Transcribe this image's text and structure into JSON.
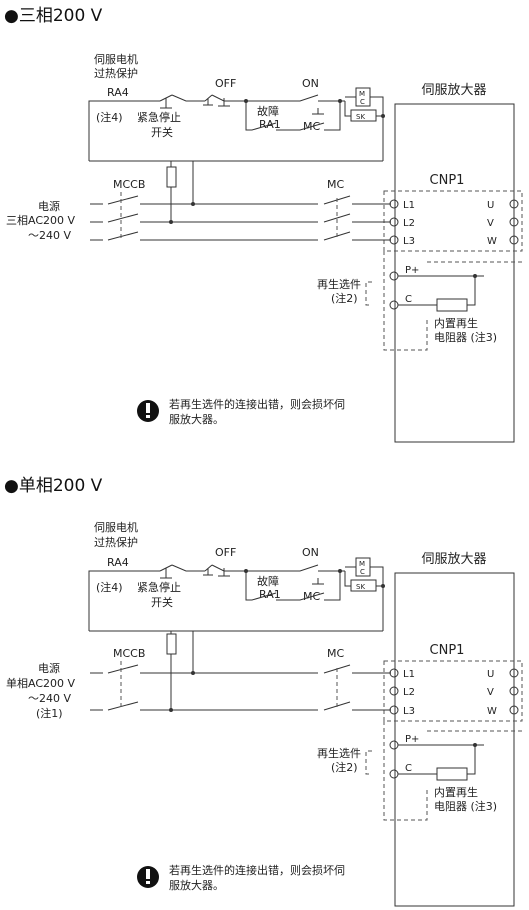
{
  "sections": [
    {
      "title": "●三相200 V",
      "amplifier_title": "伺服放大器",
      "cnp_label": "CNP1",
      "power_source": [
        "电源",
        "三相AC200 V",
        "～240 V"
      ],
      "overheat": [
        "伺服电机",
        "过热保护"
      ],
      "ra4": "RA4",
      "note4": "(注4)",
      "estop": [
        "紧急停止",
        "开关"
      ],
      "off": "OFF",
      "on": "ON",
      "fault": [
        "故障",
        "RA1"
      ],
      "mc_contact": "MC",
      "mc_coil": [
        "M",
        "C"
      ],
      "sk": "SK",
      "mccb": "MCCB",
      "mc_main": "MC",
      "terminals_left": [
        "L1",
        "L2",
        "L3"
      ],
      "terminals_right": [
        "U",
        "V",
        "W"
      ],
      "p_terminal": "P+",
      "c_terminal": "C",
      "regen_option": [
        "再生选件",
        "(注2)"
      ],
      "internal_resistor": [
        "内置再生",
        "电阻器 (注3)"
      ],
      "warning": [
        "若再生选件的连接出错，则会损坏伺",
        "服放大器。"
      ]
    },
    {
      "title": "●单相200 V",
      "amplifier_title": "伺服放大器",
      "cnp_label": "CNP1",
      "power_source": [
        "电源",
        "单相AC200 V",
        "～240 V",
        "(注1)"
      ],
      "overheat": [
        "伺服电机",
        "过热保护"
      ],
      "ra4": "RA4",
      "note4": "(注4)",
      "estop": [
        "紧急停止",
        "开关"
      ],
      "off": "OFF",
      "on": "ON",
      "fault": [
        "故障",
        "RA1"
      ],
      "mc_contact": "MC",
      "mc_coil": [
        "M",
        "C"
      ],
      "sk": "SK",
      "mccb": "MCCB",
      "mc_main": "MC",
      "terminals_left": [
        "L1",
        "L2",
        "L3"
      ],
      "terminals_right": [
        "U",
        "V",
        "W"
      ],
      "p_terminal": "P+",
      "c_terminal": "C",
      "regen_option": [
        "再生选件",
        "(注2)"
      ],
      "internal_resistor": [
        "内置再生",
        "电阻器 (注3)"
      ],
      "warning": [
        "若再生选件的连接出错，则会损坏伺",
        "服放大器。"
      ]
    }
  ],
  "colors": {
    "line": "#333333",
    "dashed": "#555555",
    "warning_icon": "#111111"
  },
  "icons": [
    "warning-icon",
    "switch-symbol",
    "breaker-symbol",
    "terminal-circle",
    "resistor-symbol"
  ]
}
